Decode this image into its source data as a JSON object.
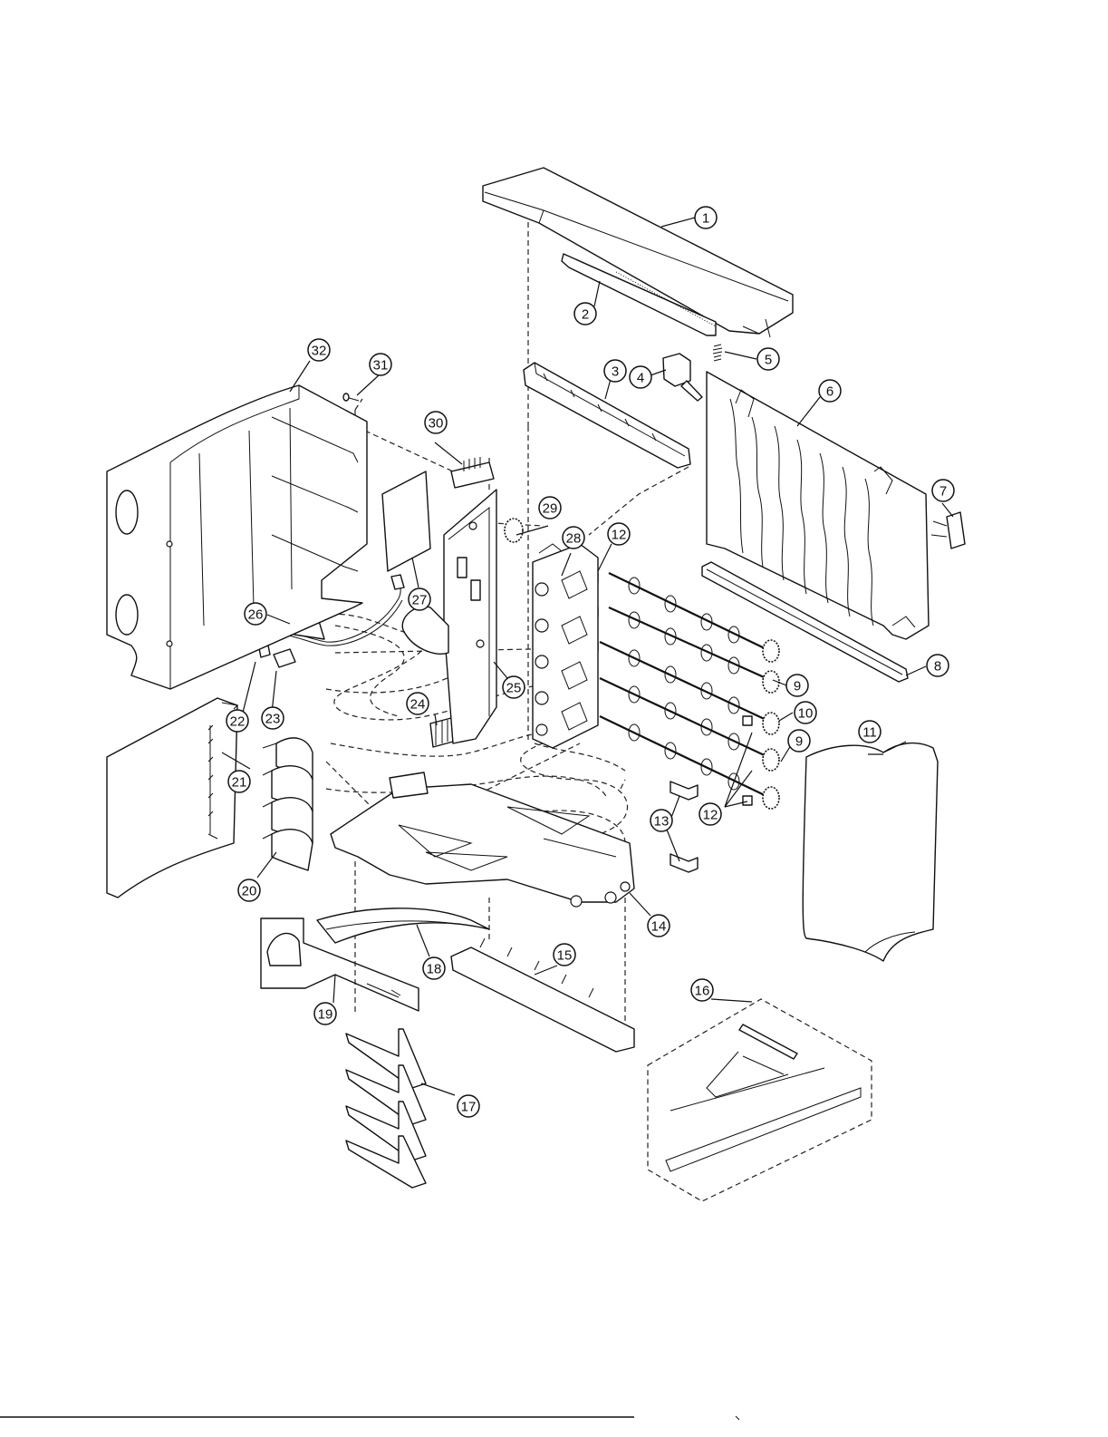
{
  "diagram": {
    "callouts": [
      {
        "label": "1"
      },
      {
        "label": "2"
      },
      {
        "label": "3"
      },
      {
        "label": "4"
      },
      {
        "label": "5"
      },
      {
        "label": "6"
      },
      {
        "label": "7"
      },
      {
        "label": "8"
      },
      {
        "label": "9"
      },
      {
        "label": "9"
      },
      {
        "label": "10"
      },
      {
        "label": "11"
      },
      {
        "label": "12"
      },
      {
        "label": "12"
      },
      {
        "label": "13"
      },
      {
        "label": "14"
      },
      {
        "label": "15"
      },
      {
        "label": "16"
      },
      {
        "label": "17"
      },
      {
        "label": "18"
      },
      {
        "label": "19"
      },
      {
        "label": "20"
      },
      {
        "label": "21"
      },
      {
        "label": "22"
      },
      {
        "label": "23"
      },
      {
        "label": "24"
      },
      {
        "label": "25"
      },
      {
        "label": "26"
      },
      {
        "label": "27"
      },
      {
        "label": "28"
      },
      {
        "label": "29"
      },
      {
        "label": "30"
      },
      {
        "label": "31"
      },
      {
        "label": "32"
      }
    ]
  }
}
